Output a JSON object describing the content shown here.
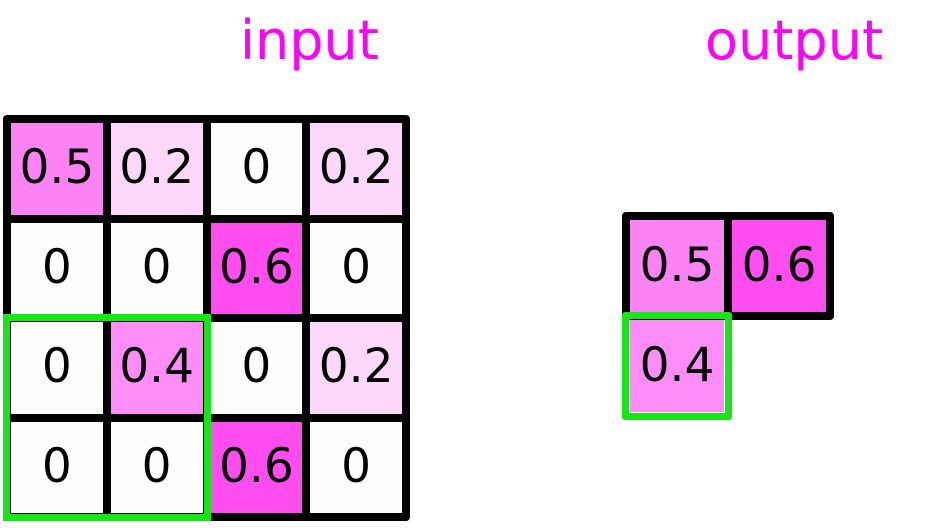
{
  "labels": {
    "input_title": "input",
    "output_title": "output"
  },
  "colors": {
    "title_magenta": "#ff00ff",
    "grid_line_black": "#000000",
    "selection_green": "#16e616",
    "value_0": "#fdfdfd",
    "value_0_2": "#fbd7f9",
    "value_0_4": "#ff8df7",
    "value_0_5": "#fb83f4",
    "value_0_6": "#ff4df0",
    "page_background": "#ffffff"
  },
  "grid_data": {
    "input": {
      "rows": 4,
      "cols": 4,
      "values": [
        [
          "0.5",
          "0.2",
          "0",
          "0.2"
        ],
        [
          "0",
          "0",
          "0.6",
          "0"
        ],
        [
          "0",
          "0.4",
          "0",
          "0.2"
        ],
        [
          "0",
          "0",
          "0.6",
          "0"
        ]
      ],
      "fills": [
        [
          "#fb83f4",
          "#fbd7f9",
          "#fdfdfd",
          "#fbd7f9"
        ],
        [
          "#fdfdfd",
          "#fdfdfd",
          "#ff4df0",
          "#fdfdfd"
        ],
        [
          "#fdfdfd",
          "#ff8df7",
          "#fdfdfd",
          "#fbd7f9"
        ],
        [
          "#fdfdfd",
          "#fdfdfd",
          "#ff4df0",
          "#fdfdfd"
        ]
      ],
      "selection": {
        "row_start": 2,
        "row_end": 3,
        "col_start": 0,
        "col_end": 1,
        "color": "#16e616"
      }
    },
    "output": {
      "shape": "L",
      "cells": [
        {
          "row": 0,
          "col": 0,
          "value": "0.5",
          "fill": "#fb83f4",
          "border": "#000000"
        },
        {
          "row": 0,
          "col": 1,
          "value": "0.6",
          "fill": "#ff4df0",
          "border": "#000000"
        },
        {
          "row": 1,
          "col": 0,
          "value": "0.4",
          "fill": "#ff8df7",
          "border": "#16e616"
        }
      ]
    }
  }
}
